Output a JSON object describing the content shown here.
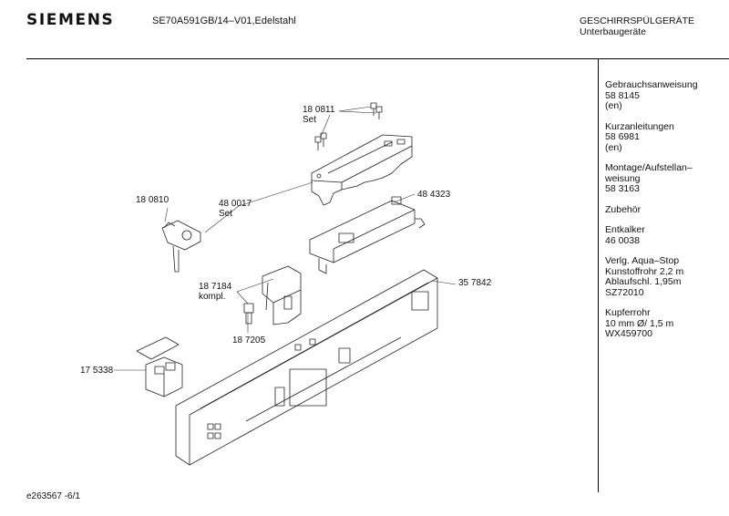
{
  "header": {
    "brand": "SIEMENS",
    "model": "SE70A591GB/14–V01,Edelstahl",
    "category_line1": "GESCHIRRSPÜLGERÄTE",
    "category_line2": "Unterbaugeräte"
  },
  "sidebar": {
    "groups": [
      [
        "Gebrauchsanweisung",
        "58 8145",
        "(en)"
      ],
      [
        "Kurzanleitungen",
        "58 6981",
        "(en)"
      ],
      [
        "Montage/Aufstellan–",
        "weisung",
        "58 3163"
      ],
      [
        "Zubehör"
      ],
      [
        "Entkalker",
        "46 0038"
      ],
      [
        "Verlg. Aqua–Stop",
        "Kunstoffrohr 2,2 m",
        "Ablaufschl. 1,95m",
        "SZ72010"
      ],
      [
        "Kupferrohr",
        "10 mm Ø/ 1,5 m",
        "WX459700"
      ]
    ]
  },
  "parts": {
    "p180811": "18 0811",
    "p180811_note": "Set",
    "p180810": "18 0810",
    "p480017": "48 0017",
    "p480017_note": "Set",
    "p484323": "48 4323",
    "p187184": "18 7184",
    "p187184_note": "kompl.",
    "p357842": "35 7842",
    "p187205": "18 7205",
    "p175338": "17 5338"
  },
  "footer": {
    "doc_number": "e263567 -6/1"
  }
}
